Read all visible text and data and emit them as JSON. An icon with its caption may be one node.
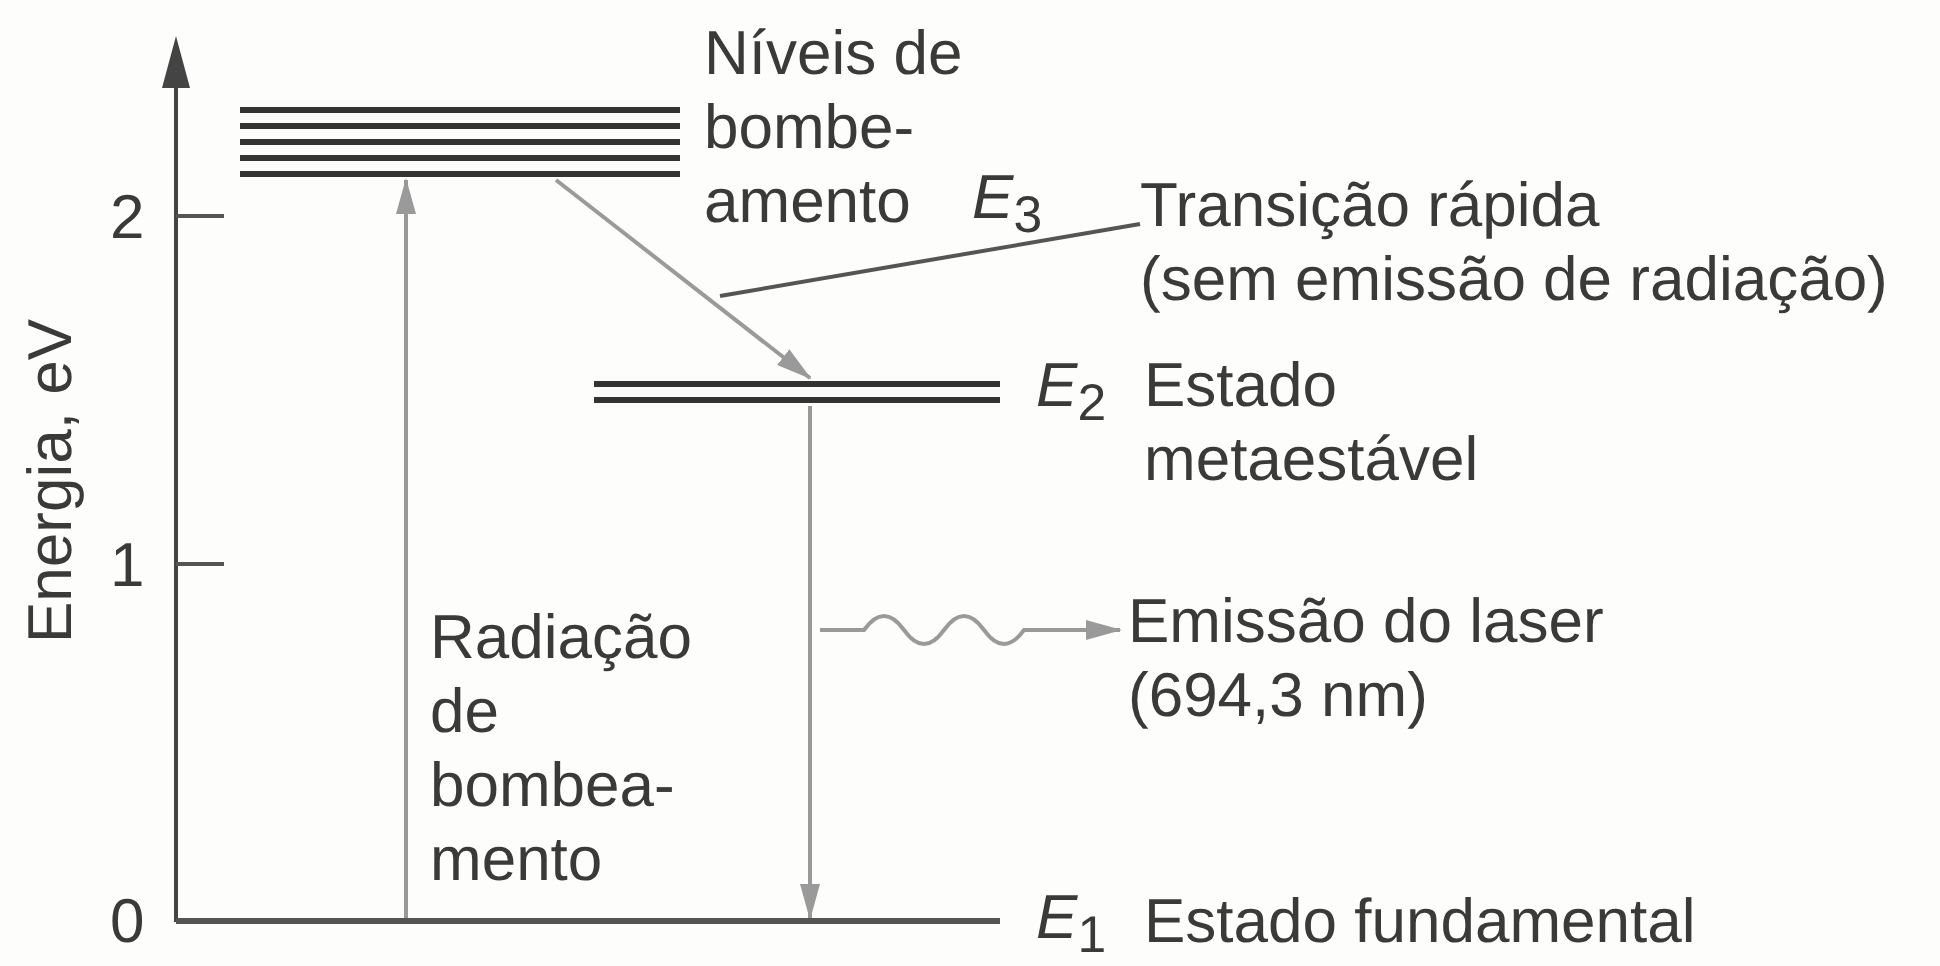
{
  "diagram": {
    "nodes": [
      {
        "text": [],
        "shape": "bar",
        "beside": [
          "Níveis de bombe- amento",
          "*E*$_{3}$"
        ]
      },
      {
        "text": [],
        "shape": "bar",
        "beside": [
          "*E*$_{2}$",
          "Estado metaestável"
        ]
      },
      {
        "text": [],
        "shape": "bar",
        "beside": [
          "*E*$_{1}$",
          "Estado fundamental"
        ]
      },
      {
        "text": [
          "Transição rápida",
          "(sem emissão de radiação)"
        ]
      },
      {
        "text": [
          "Emissão do laser",
          "(694,3 nm)"
        ]
      }
    ],
    "edges": [
      {
        "from": 2,
        "to": 0,
        "arrow": "to"
      },
      {
        "from": 0,
        "to": 1,
        "arrow": "to"
      },
      {
        "from": 1,
        "to": 2,
        "arrow": "to"
      },
      {
        "from": 3,
        "to": null,
        "arrow": "none",
        "color": "#555555"
      },
      {
        "from": null,
        "to": 4,
        "arrow": "to"
      }
    ],
    "labels": [
      "2",
      "1",
      "0",
      "Energia, eV",
      "Radiação de bombea- mento"
    ]
  }
}
